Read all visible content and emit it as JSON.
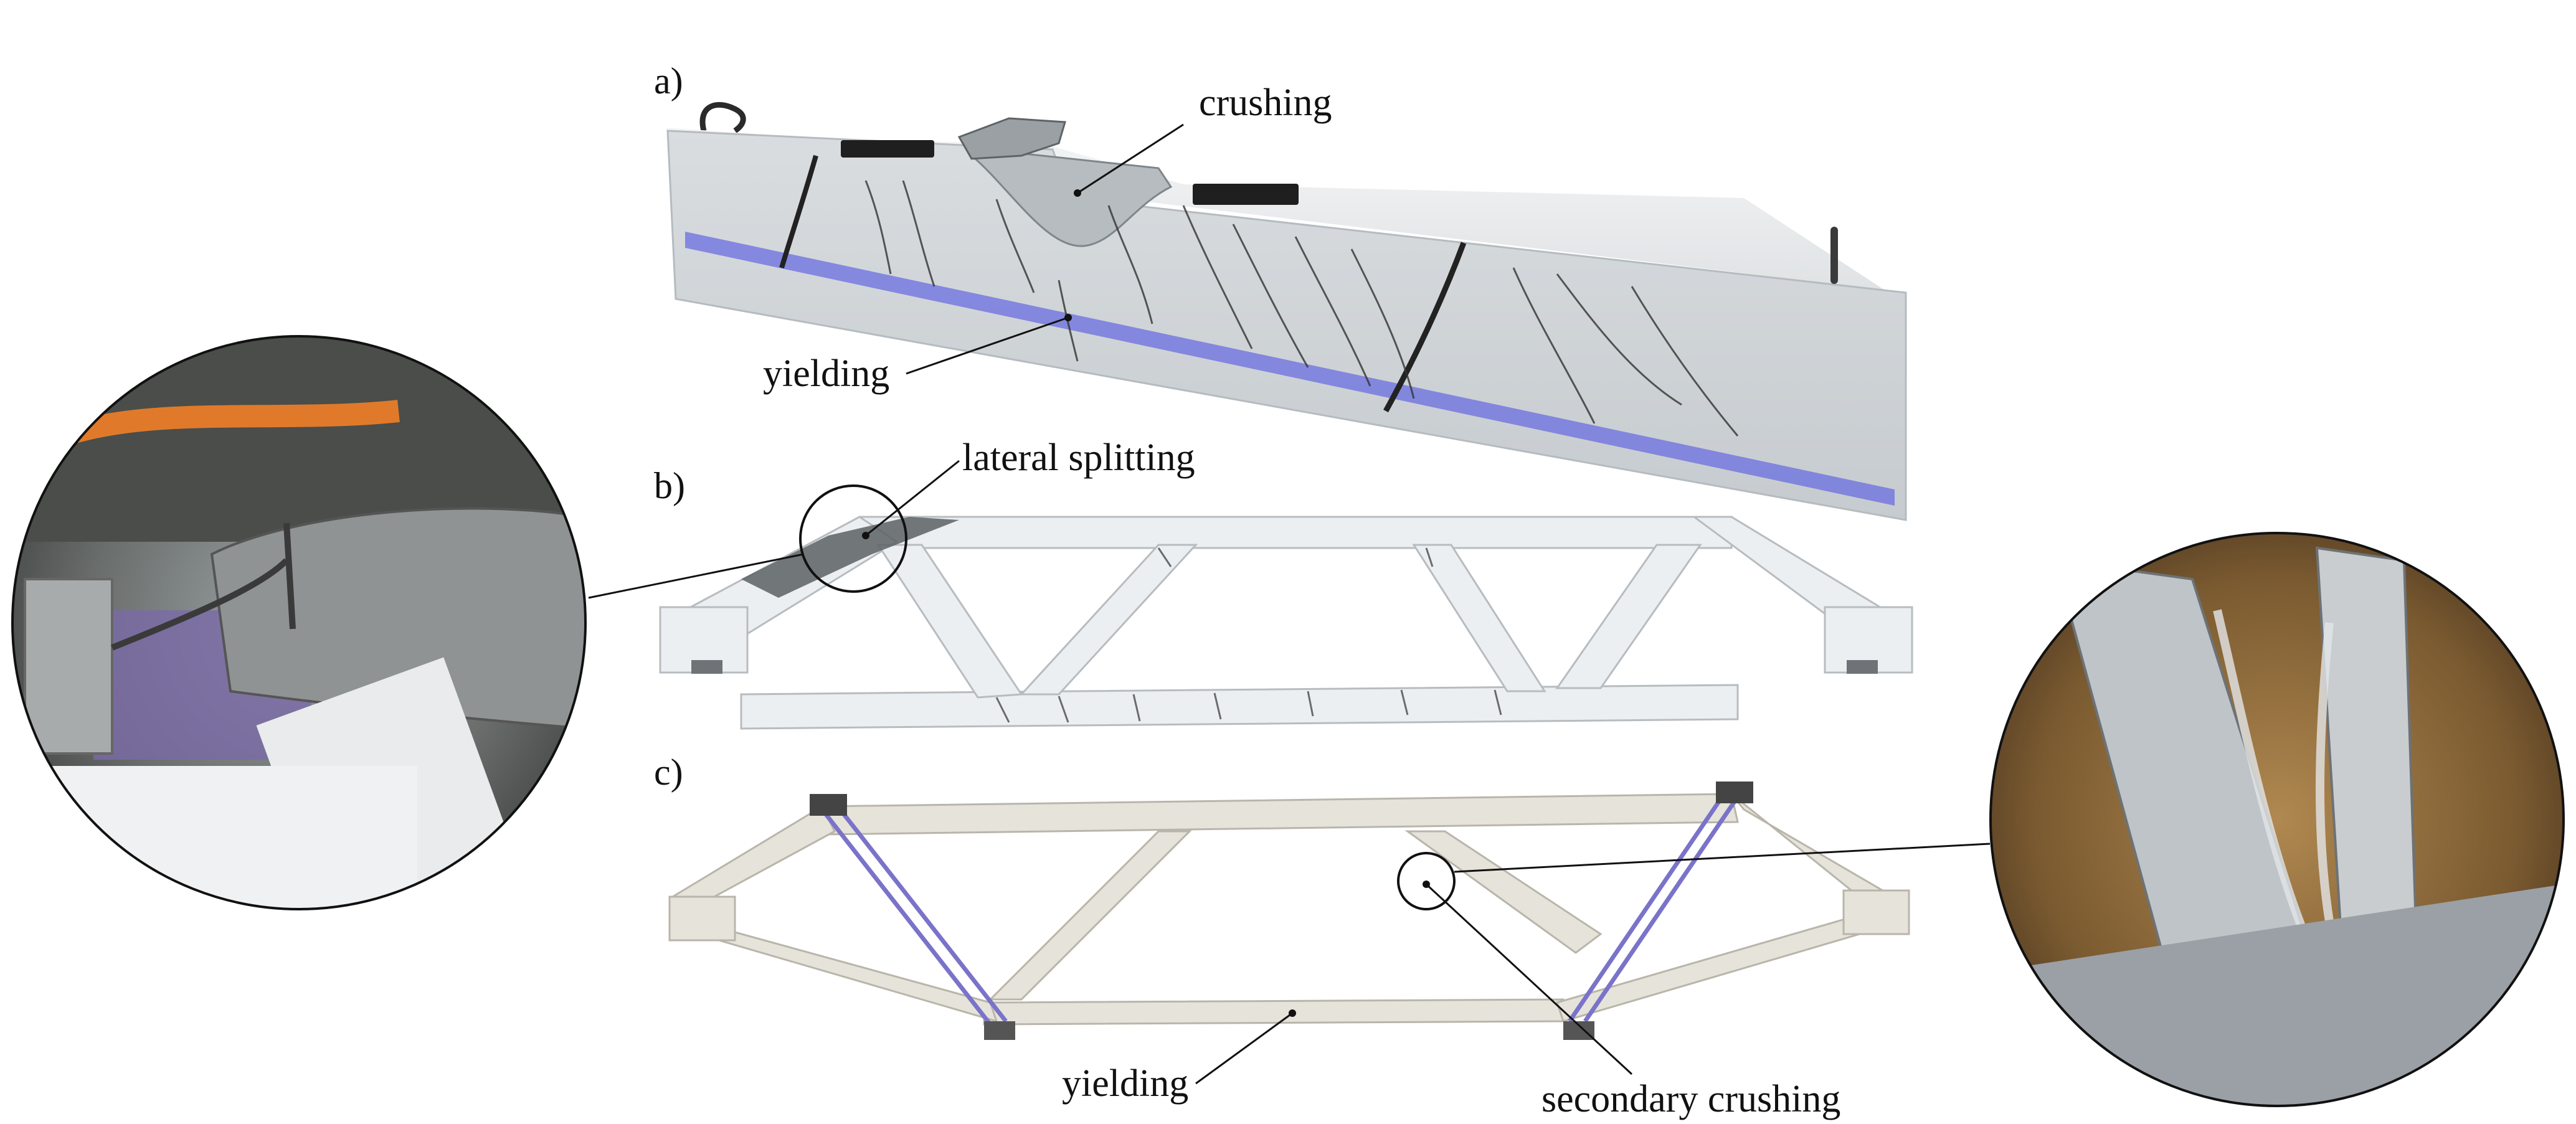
{
  "panels": {
    "a": {
      "label": "a)",
      "annotations": {
        "crushing": "crushing",
        "yielding": "yielding"
      }
    },
    "b": {
      "label": "b)",
      "annotations": {
        "splitting": "lateral splitting"
      }
    },
    "c": {
      "label": "c)",
      "annotations": {
        "yielding": "yielding",
        "secondary": "secondary crushing"
      }
    }
  },
  "colors": {
    "concrete": "#d8dcdf",
    "concrete_shadow": "#a9b0b6",
    "uhpc": "#eceff1",
    "uhpc_shadow": "#c3c8cc",
    "rebar_band": "#6a6ee0",
    "tie_rod": "#7a73c9",
    "crack": "#2b2b2b",
    "annotation_line": "#111111"
  },
  "icons": [
    "rebar-hook-icon",
    "lifting-anchor-icon",
    "strain-gauge-icon",
    "bearing-plate-icon"
  ]
}
